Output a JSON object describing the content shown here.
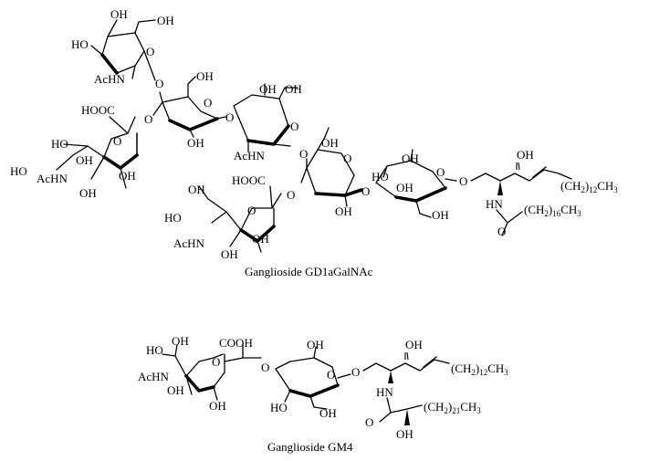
{
  "molecules": [
    {
      "caption": "Ganglioside GD1aGalNAc",
      "labels": {
        "oh_galnac_top": "OH",
        "oh_galnac_ch2": "OH",
        "ho_galnac_left": "HO",
        "o_galnac_ring": "O",
        "achn_galnac": "AcHN",
        "o_link_1": "O",
        "hooc_sia1": "HOOC",
        "o_sia1_ring": "O",
        "o_link_2": "O",
        "oh_gal1_ch2": "OH",
        "o_gal1_ring": "O",
        "oh_gal1_bottom": "OH",
        "o_link_3": "O",
        "oh_galnac2_top": "OH",
        "oh_galnac2_ch2": "OH",
        "o_galnac2_ring": "O",
        "achn_galnac2": "AcHN",
        "ho_sia1_a": "HO",
        "oh_sia1_a": "OH",
        "ho_sia1_b": "HO",
        "achn_sia1": "AcHN",
        "oh_sia1_c": "OH",
        "oh_sia1_d": "OH",
        "o_link_4": "O",
        "oh_gal2_ch2": "OH",
        "o_gal2_ring": "O",
        "hooc_sia2": "HOOC",
        "o_link_5": "O",
        "oh_gal2_bottom": "OH",
        "o_link_6": "O",
        "oh_sia2_ch2": "OH",
        "ho_sia2": "HO",
        "o_sia2_ring": "O",
        "achn_sia2": "AcHN",
        "oh_sia2_a": "OH",
        "oh_sia2_b": "OH",
        "ho_glc": "HO",
        "oh_glc_top": "OH",
        "o_glc_ring": "O",
        "o_link_7": "O",
        "oh_glc_bottom": "OH",
        "oh_glc_ch2": "OH",
        "oh_cer": "OH",
        "chain_1": "(CH",
        "chain_1_sub": "2",
        "chain_1_close": ")",
        "chain_1_n": "12",
        "chain_1_end": "CH",
        "chain_1_end_sub": "3",
        "hn_cer": "HN",
        "chain_2": "(CH",
        "chain_2_sub": "2",
        "chain_2_close": ")",
        "chain_2_n": "16",
        "chain_2_end": "CH",
        "chain_2_end_sub": "3",
        "o_carbonyl": "O"
      }
    },
    {
      "caption": "Ganglioside GM4",
      "labels": {
        "ho_sia": "HO",
        "oh_sia_top": "OH",
        "cooh": "COOH",
        "oh_gal_top": "OH",
        "o_sia_ring": "O",
        "o_link_1": "O",
        "o_gal_ring": "O",
        "o_link_2": "O",
        "oh_cer": "OH",
        "achn": "AcHN",
        "oh_sia_a": "OH",
        "oh_sia_b": "OH",
        "ho_gal": "HO",
        "oh_gal_ch2": "OH",
        "chain_1": "(CH",
        "chain_1_sub": "2",
        "chain_1_close": ")",
        "chain_1_n": "12",
        "chain_1_end": "CH",
        "chain_1_end_sub": "3",
        "hn": "HN",
        "o_carbonyl": "O",
        "chain_2": "(CH",
        "chain_2_sub": "2",
        "chain_2_close": ")",
        "chain_2_n": "21",
        "chain_2_end": "CH",
        "chain_2_end_sub": "3",
        "oh_alpha": "OH"
      }
    }
  ]
}
